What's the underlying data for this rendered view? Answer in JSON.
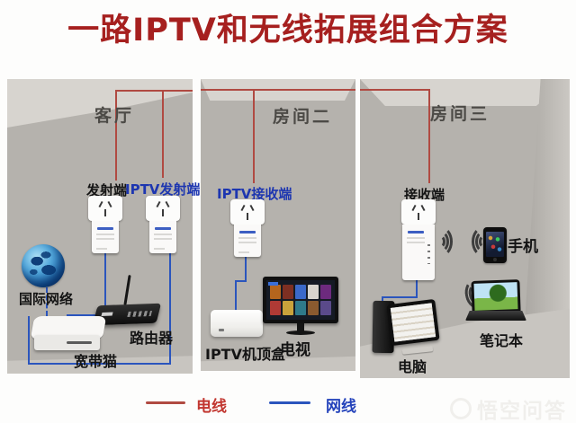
{
  "title": "一路IPTV和无线拓展组合方案",
  "colors": {
    "title_red": "#a6201f",
    "power_line_red": "#b04a42",
    "network_line_blue": "#2b55bd",
    "iptv_label_blue": "#1d36b0",
    "wall_gray": "#b5b2ad"
  },
  "rooms": [
    {
      "label": "客厅",
      "devices": {
        "transmitter": "发射端",
        "iptv_transmitter": "IPTV发射端",
        "internet": "国际网络",
        "router": "路由器",
        "modem": "宽带猫"
      }
    },
    {
      "label": "房间二",
      "devices": {
        "iptv_receiver": "IPTV接收端",
        "stb": "IPTV机顶盒",
        "tv": "电视"
      }
    },
    {
      "label": "房间三",
      "devices": {
        "receiver": "接收端",
        "phone": "手机",
        "computer": "电脑",
        "laptop": "笔记本"
      }
    }
  ],
  "legend": {
    "power": "电线",
    "network": "网线"
  },
  "watermark": "悟空问答"
}
